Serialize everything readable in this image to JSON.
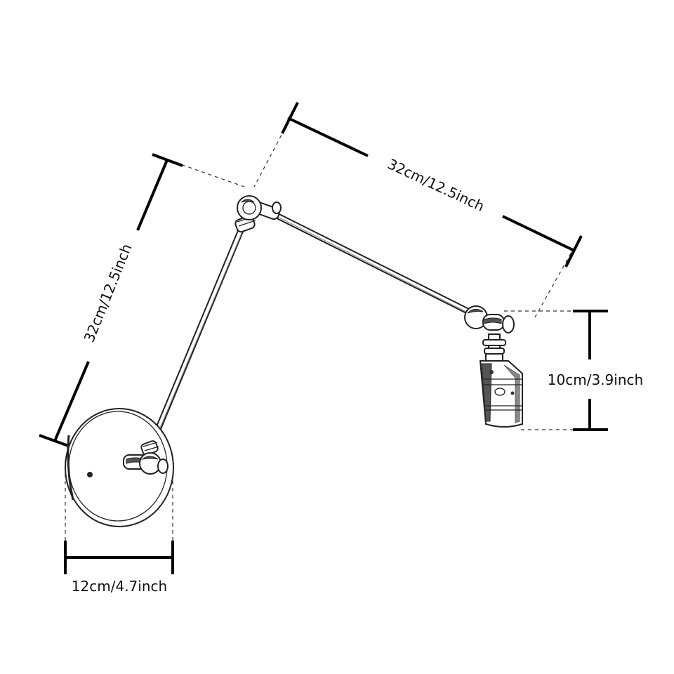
{
  "dimensions": {
    "upper_arm": "32cm/12.5inch",
    "lower_arm": "32cm/12.5inch",
    "socket_height": "10cm/3.9inch",
    "base_width": "12cm/4.7inch"
  }
}
